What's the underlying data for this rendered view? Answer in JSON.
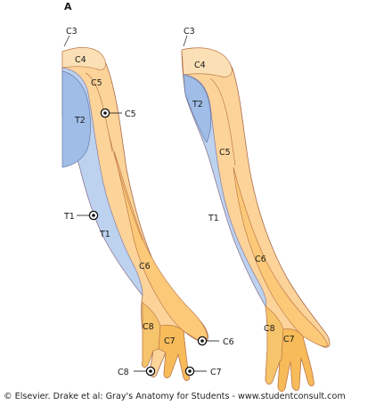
{
  "figure": {
    "panel_letter": "A",
    "credit": "© Elsevier. Drake et al: Gray's Anatomy for Students - www.studentconsult.com",
    "colors": {
      "c4": "#fbe0b6",
      "c5": "#fcd49a",
      "c6": "#fbc978",
      "c7": "#f7bb5a",
      "c8": "#f6c46a",
      "t1": "#bcd2ef",
      "t2": "#9fbde6",
      "outline": "#a86a4a",
      "border": "#c07a4a"
    },
    "left_arm": {
      "labels": {
        "c3": "C3",
        "c4": "C4",
        "c5": "C5",
        "t2": "T2",
        "t1": "T1",
        "c6": "C6",
        "c8": "C8",
        "c7": "C7"
      },
      "callouts": {
        "c5": "C5",
        "t1": "T1",
        "c6": "C6",
        "c8": "C8",
        "c7": "C7"
      }
    },
    "right_arm": {
      "labels": {
        "c3": "C3",
        "c4": "C4",
        "t2": "T2",
        "c5": "C5",
        "t1": "T1",
        "c6": "C6",
        "c8": "C8",
        "c7": "C7"
      }
    }
  }
}
